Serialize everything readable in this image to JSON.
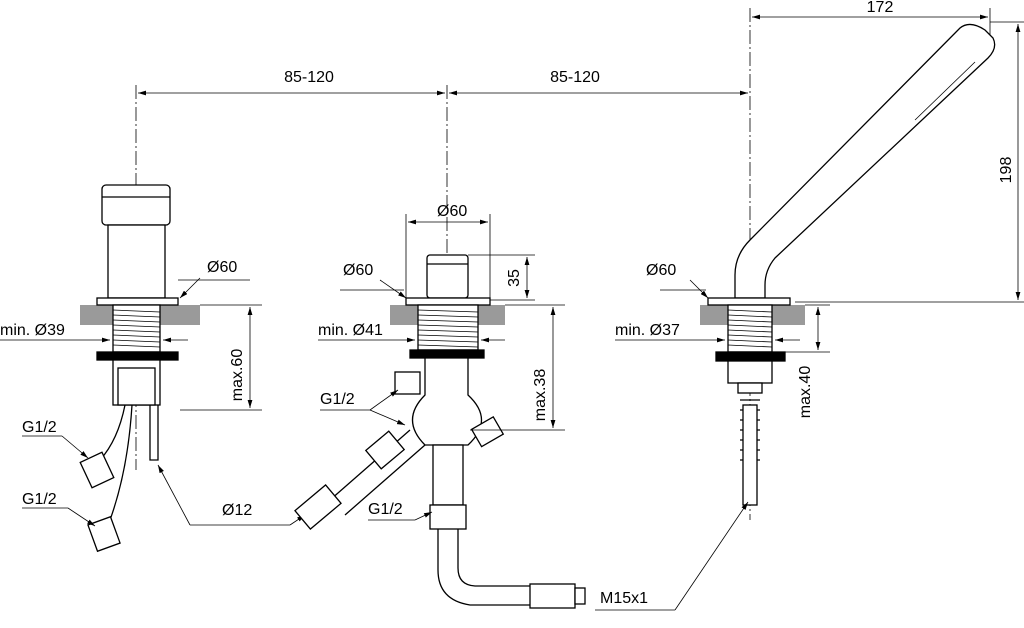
{
  "dimensions": {
    "spacing_left": "85-120",
    "spacing_right": "85-120",
    "handshower_length": "172",
    "handshower_height": "198"
  },
  "left_unit": {
    "diameter": "Ø60",
    "min_hole": "min. Ø39",
    "max_thickness": "max.60",
    "connection_1": "G1/2",
    "connection_2": "G1/2",
    "pipe": "Ø12"
  },
  "middle_unit": {
    "diameter_top": "Ø60",
    "diameter": "Ø60",
    "height": "35",
    "min_hole": "min. Ø41",
    "max_thickness": "max.38",
    "connection_side": "G1/2",
    "connection_bottom": "G1/2"
  },
  "right_unit": {
    "diameter": "Ø60",
    "min_hole": "min. Ø37",
    "max_thickness": "max.40",
    "thread": "M15x1"
  }
}
